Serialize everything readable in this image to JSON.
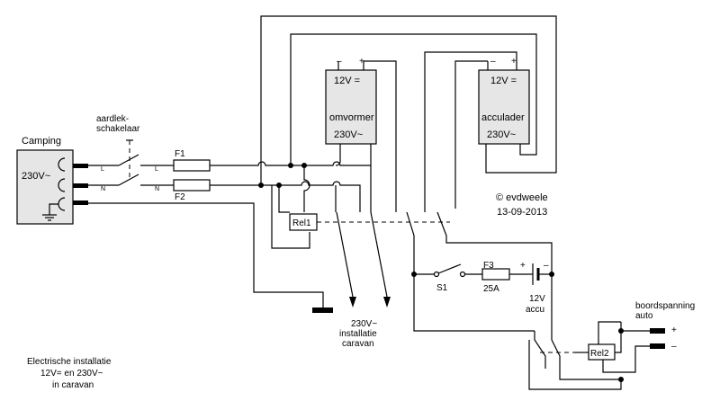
{
  "camping": {
    "label": "Camping",
    "voltage": "230V~"
  },
  "earth_leakage_switch": {
    "label_line1": "aardlek-",
    "label_line2": "schakelaar",
    "pole_L": "L",
    "pole_N": "N",
    "out_L": "L",
    "out_N": "N"
  },
  "fuses": {
    "f1": "F1",
    "f2": "F2",
    "f3": "F3",
    "f3_rating": "25A"
  },
  "inverter": {
    "minus": "–",
    "plus": "+",
    "input": "12V =",
    "name": "omvormer",
    "output": "230V~"
  },
  "charger": {
    "minus": "–",
    "plus": "+",
    "output": "12V =",
    "name": "acculader",
    "input": "230V~"
  },
  "credit": {
    "author": "© evdweele",
    "date": "13-09-2013"
  },
  "relays": {
    "rel1": "Rel1",
    "rel2": "Rel2"
  },
  "switch_s1": "S1",
  "battery": {
    "plus": "+",
    "minus": "–",
    "voltage": "12V",
    "name": "accu"
  },
  "car_supply": {
    "label_line1": "boordspanning",
    "label_line2": "auto",
    "plus": "+",
    "minus": "–"
  },
  "caravan_output": {
    "line1": "230V~",
    "line2": "installatie",
    "line3": "caravan"
  },
  "caption": {
    "line1": "Electrische installatie",
    "line2": "12V= en 230V~",
    "line3": "in caravan"
  }
}
